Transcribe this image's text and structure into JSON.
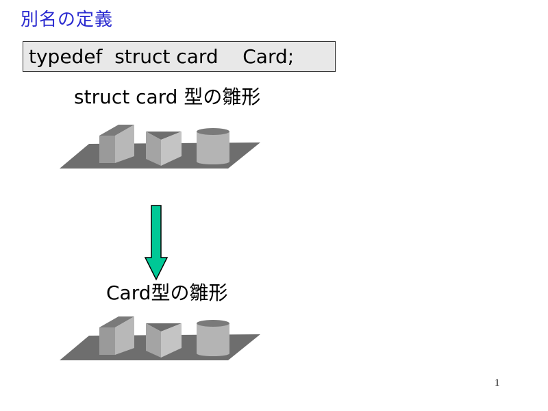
{
  "slide": {
    "title": "別名の定義",
    "code": "typedef  struct card    Card;",
    "caption_top": "struct card 型の雛形",
    "caption_bottom": "Card型の雛形",
    "page_number": "1"
  },
  "colors": {
    "title": "#2b2bd0",
    "code_background": "#e8e8e8",
    "tray": "#6e6e6e",
    "arrow_fill": "#00c896",
    "arrow_stroke": "#000000"
  },
  "icons": {
    "template_shapes": "cube-wedge-cylinder-tray",
    "arrow": "down-arrow-icon"
  }
}
